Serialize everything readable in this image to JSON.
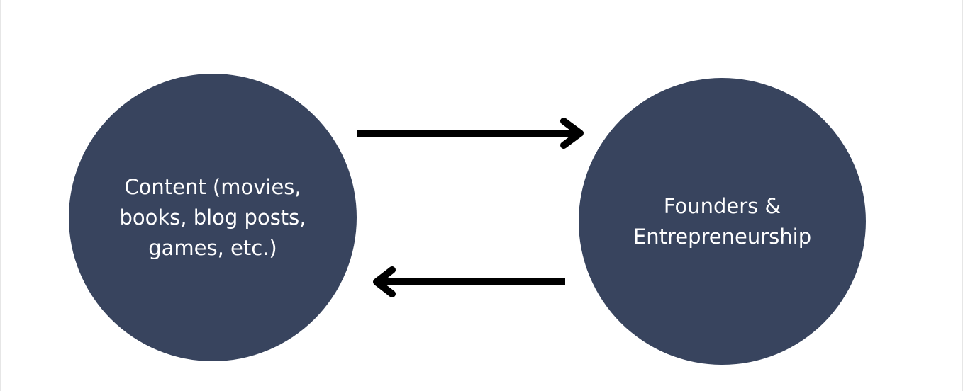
{
  "diagram": {
    "nodes": [
      {
        "id": "content",
        "lines": [
          "Content (movies,",
          "books, blog posts,",
          "games, etc.)"
        ]
      },
      {
        "id": "founders",
        "lines": [
          "Founders &",
          "Entrepreneurship"
        ]
      }
    ],
    "edges": [
      {
        "from": "content",
        "to": "founders",
        "label": ""
      },
      {
        "from": "founders",
        "to": "content",
        "label": ""
      }
    ],
    "colors": {
      "node_fill": "#38445e",
      "node_text": "#ffffff",
      "arrow": "#000000",
      "background": "#ffffff"
    }
  }
}
